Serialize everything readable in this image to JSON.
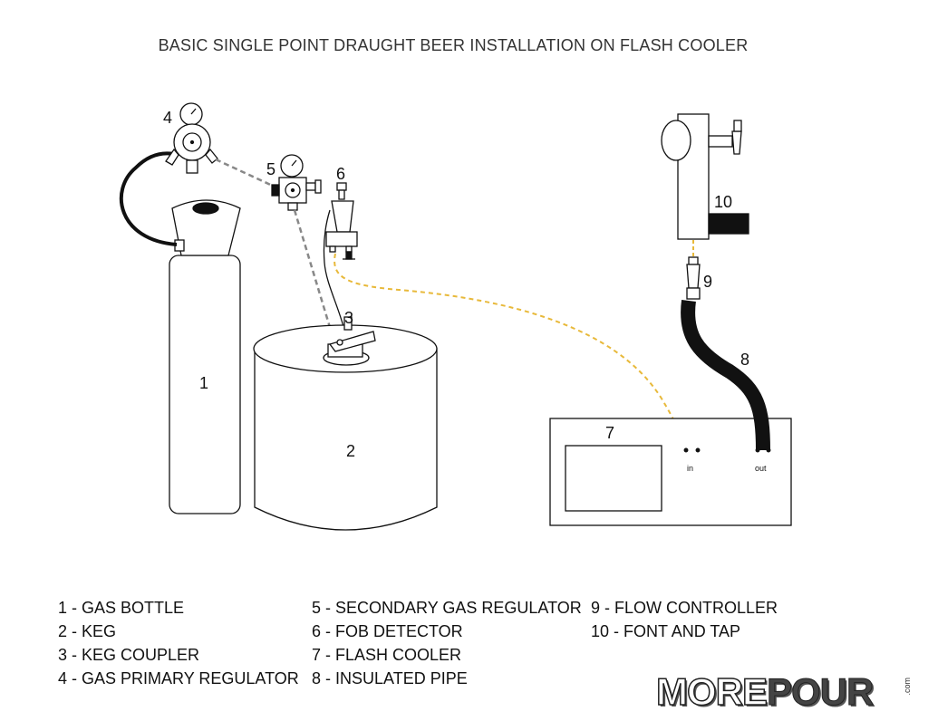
{
  "title": "BASIC SINGLE POINT DRAUGHT BEER INSTALLATION ON FLASH COOLER",
  "labels": {
    "n1": "1",
    "n2": "2",
    "n3": "3",
    "n4": "4",
    "n5": "5",
    "n6": "6",
    "n7": "7",
    "n8": "8",
    "n9": "9",
    "n10": "10"
  },
  "ports": {
    "in": "in",
    "out": "out"
  },
  "legend": {
    "col1": [
      "1 - GAS BOTTLE",
      "2 - KEG",
      "3 - KEG COUPLER",
      "4 - GAS PRIMARY REGULATOR"
    ],
    "col2": [
      "5 - SECONDARY GAS REGULATOR",
      "6 - FOB DETECTOR",
      "7 - FLASH COOLER",
      "8 - INSULATED PIPE"
    ],
    "col3": [
      "9 - FLOW CONTROLLER",
      "10 - FONT AND TAP"
    ]
  },
  "logo": {
    "part1": "MORE",
    "part2": "POUR",
    "suffix": ".com"
  },
  "colors": {
    "beer_line": "#e8b93a",
    "gas_line": "#888888",
    "outline": "#111111"
  }
}
